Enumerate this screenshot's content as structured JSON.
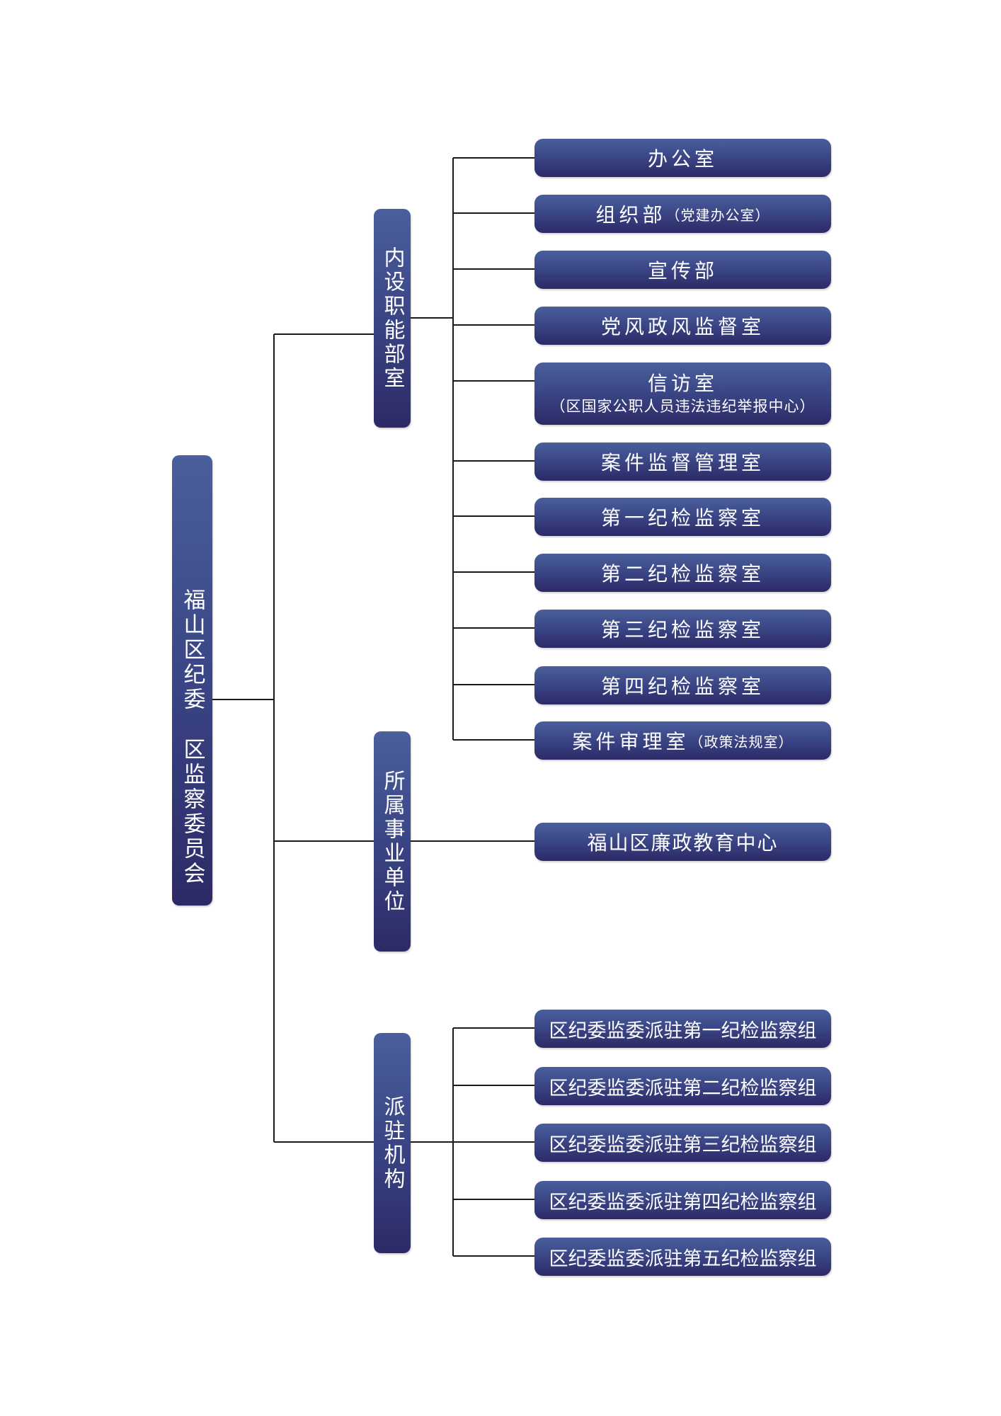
{
  "root": {
    "line1": "福山区纪委",
    "line2": "区监察委员会"
  },
  "categories": {
    "internal": "内设职能部室",
    "affiliated": "所属事业单位",
    "dispatched": "派驻机构"
  },
  "internal_departments": [
    {
      "name": "办公室"
    },
    {
      "name": "组织部",
      "note": "（党建办公室）"
    },
    {
      "name": "宣传部"
    },
    {
      "name": "党风政风监督室"
    },
    {
      "name": "信访室",
      "sub": "（区国家公职人员违法违纪举报中心）"
    },
    {
      "name": "案件监督管理室"
    },
    {
      "name": "第一纪检监察室"
    },
    {
      "name": "第二纪检监察室"
    },
    {
      "name": "第三纪检监察室"
    },
    {
      "name": "第四纪检监察室"
    },
    {
      "name": "案件审理室",
      "note": "（政策法规室）"
    }
  ],
  "affiliated_units": [
    {
      "name": "福山区廉政教育中心"
    }
  ],
  "dispatched_groups": [
    {
      "name": "区纪委监委派驻第一纪检监察组"
    },
    {
      "name": "区纪委监委派驻第二纪检监察组"
    },
    {
      "name": "区纪委监委派驻第三纪检监察组"
    },
    {
      "name": "区纪委监委派驻第四纪检监察组"
    },
    {
      "name": "区纪委监委派驻第五纪检监察组"
    }
  ],
  "colors": {
    "box_top": "#4a5f9c",
    "box_bottom": "#2c2a66",
    "connector": "#1a1a1a"
  }
}
